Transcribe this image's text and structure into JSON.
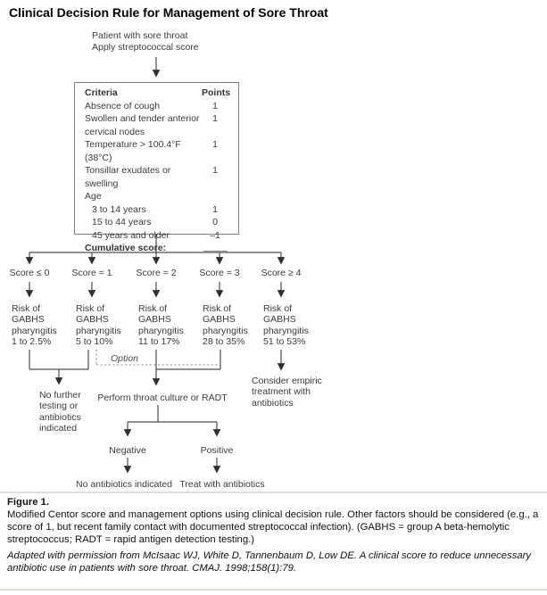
{
  "title": "Clinical Decision Rule for Management of Sore Throat",
  "flowchart": {
    "entry_lines": [
      "Patient with sore throat",
      "Apply streptococcal score"
    ],
    "criteria_box": {
      "header": {
        "criteria": "Criteria",
        "points": "Points"
      },
      "rows": [
        {
          "label": "Absence of cough",
          "points": "1"
        },
        {
          "label": "Swollen and tender anterior cervical nodes",
          "points": "1"
        },
        {
          "label": "Temperature > 100.4°F (38°C)",
          "points": "1"
        },
        {
          "label": "Tonsillar exudates or swelling",
          "points": "1"
        },
        {
          "label": "Age",
          "points": ""
        },
        {
          "label": "3 to 14 years",
          "points": "1"
        },
        {
          "label": "15 to 44 years",
          "points": "0"
        },
        {
          "label": "45 years and older",
          "points": "–1"
        }
      ],
      "total_label": "Cumulative score:"
    },
    "branches": [
      {
        "score": "Score ≤ 0",
        "risk": [
          "Risk of",
          "GABHS",
          "pharyngitis",
          "1 to 2.5%"
        ]
      },
      {
        "score": "Score = 1",
        "risk": [
          "Risk of",
          "GABHS",
          "pharyngitis",
          "5 to 10%"
        ]
      },
      {
        "score": "Score = 2",
        "risk": [
          "Risk of",
          "GABHS",
          "pharyngitis",
          "11 to 17%"
        ]
      },
      {
        "score": "Score = 3",
        "risk": [
          "Risk of",
          "GABHS",
          "pharyngitis",
          "28 to 35%"
        ]
      },
      {
        "score": "Score ≥ 4",
        "risk": [
          "Risk of",
          "GABHS",
          "pharyngitis",
          "51 to 53%"
        ]
      }
    ],
    "option_label": "Option",
    "outcomes": {
      "no_testing_lines": [
        "No further",
        "testing or",
        "antibiotics",
        "indicated"
      ],
      "perform_test": "Perform throat culture or RADT",
      "consider_lines": [
        "Consider empiric",
        "treatment with",
        "antibiotics"
      ],
      "negative": "Negative",
      "positive": "Positive",
      "negative_result": "No antibiotics indicated",
      "positive_result": "Treat with antibiotics"
    }
  },
  "caption": {
    "figure_label": "Figure 1.",
    "text": "Modified Centor score and management options using clinical decision rule. Other factors should be considered (e.g., a score of 1, but recent family contact with documented streptococcal infection). (GABHS = group A beta-hemolytic streptococcus; RADT = rapid antigen detection testing.)",
    "source": "Adapted with permission from McIsaac WJ, White D, Tannenbaum D, Low DE. A clinical score to reduce unnecessary antibiotic use in patients with sore throat. CMAJ. 1998;158(1):79."
  },
  "colors": {
    "background": "#ffffff",
    "flow_text": "#3b3b3b",
    "caption_text": "#111111",
    "box_border": "#7e7e7e",
    "connector_line": "#4e4e4e",
    "dotted_line": "#8a8a8a",
    "divider_rule": "#dfe1d8"
  }
}
